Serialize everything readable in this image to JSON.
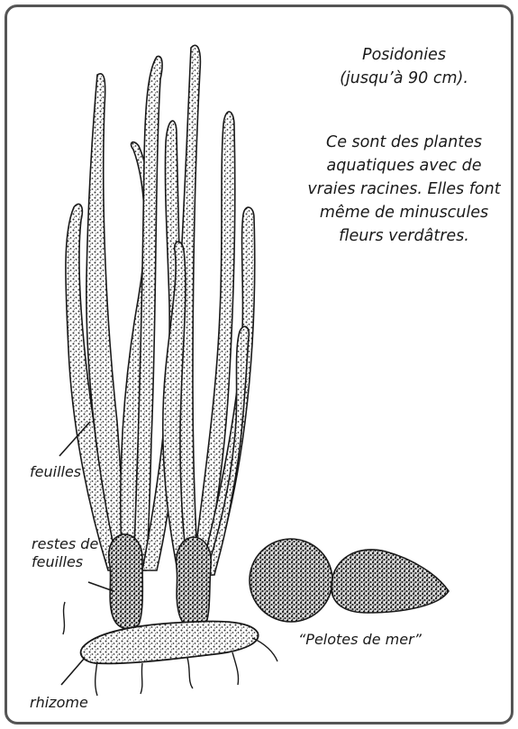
{
  "description": {
    "title_line1": "Posidonies",
    "title_line2": "(jusqu’à 90 cm).",
    "body_line1": "Ce sont des plantes",
    "body_line2": "aquatiques avec de",
    "body_line3": "vraies racines. Elles font",
    "body_line4": "même de minuscules",
    "body_line5": "fleurs verdâtres."
  },
  "labels": {
    "feuilles": "feuilles",
    "restes_line1": "restes de",
    "restes_line2": "feuilles",
    "rhizome": "rhizome",
    "pelotes": "“Pelotes de mer”"
  },
  "colors": {
    "frame_border": "#555555",
    "ink": "#1a1a1a"
  }
}
